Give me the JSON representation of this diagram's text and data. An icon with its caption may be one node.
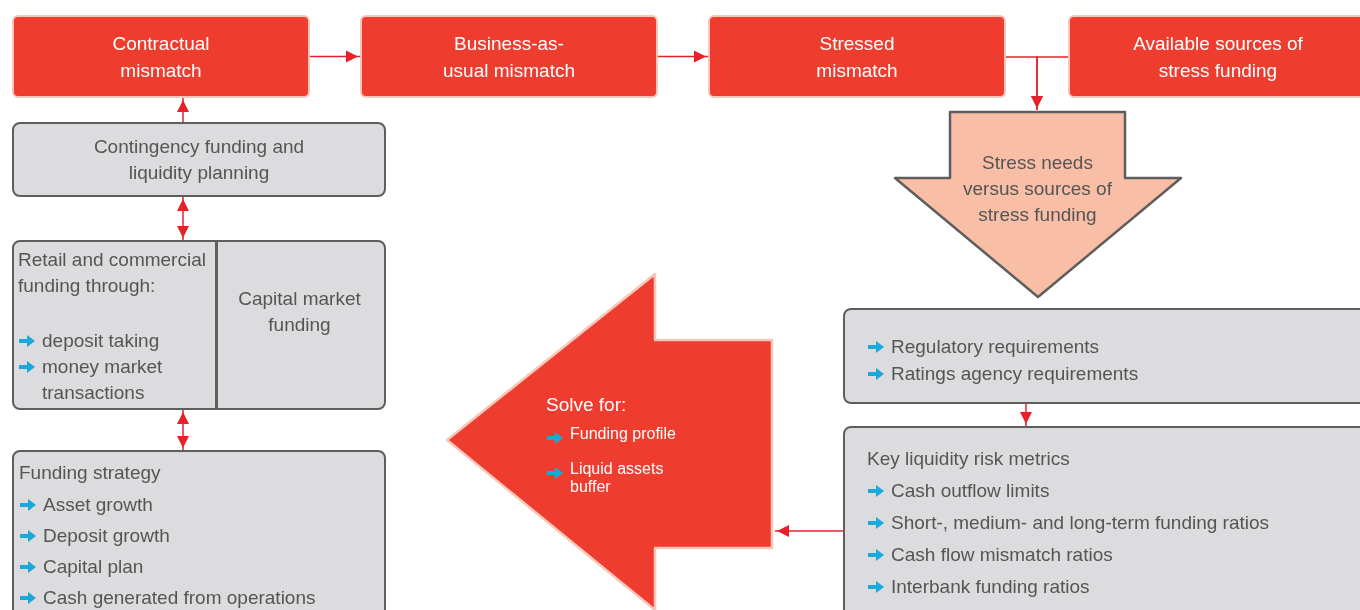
{
  "diagram": {
    "nodes": [
      {
        "text": [
          "Contractual mismatch"
        ]
      },
      {
        "text": [
          "Business-as-usual mismatch"
        ]
      },
      {
        "text": [
          "Stressed mismatch"
        ]
      },
      {
        "text": [
          "Available sources of stress funding"
        ]
      },
      {
        "text": [
          "Contingency funding and liquidity planning"
        ]
      },
      {
        "text": [
          "Stress needs versus sources of stress funding"
        ]
      },
      {
        "text": [
          "Retail and commercial funding through:",
          "deposit taking",
          "money market transactions",
          "Capital market funding"
        ]
      },
      {
        "text": [
          "Solve for:",
          "Funding profile",
          "Liquid assets buffer"
        ]
      },
      {
        "text": [
          "Regulatory requirements",
          "Ratings agency requirements"
        ]
      },
      {
        "text": [
          "Funding strategy",
          "Asset growth",
          "Deposit growth",
          "Capital plan",
          "Cash generated from operations"
        ]
      },
      {
        "text": [
          "Key liquidity risk metrics",
          "Cash outflow limits",
          "Short-, medium- and long-term funding ratios",
          "Cash flow mismatch ratios",
          "Interbank funding ratios"
        ]
      }
    ],
    "edges": [
      {
        "from": 0,
        "to": 1,
        "arrow": "to"
      },
      {
        "from": 1,
        "to": 2,
        "arrow": "to"
      },
      {
        "from": 2,
        "to": 5,
        "arrow": "to"
      },
      {
        "from": 3,
        "to": 5,
        "arrow": "to"
      },
      {
        "from": 4,
        "to": 0,
        "arrow": "to"
      },
      {
        "from": 4,
        "to": 6,
        "arrow": "both"
      },
      {
        "from": 6,
        "to": 9,
        "arrow": "both"
      },
      {
        "from": 8,
        "to": 10,
        "arrow": "to"
      },
      {
        "from": 10,
        "to": 7,
        "arrow": "to"
      }
    ]
  }
}
